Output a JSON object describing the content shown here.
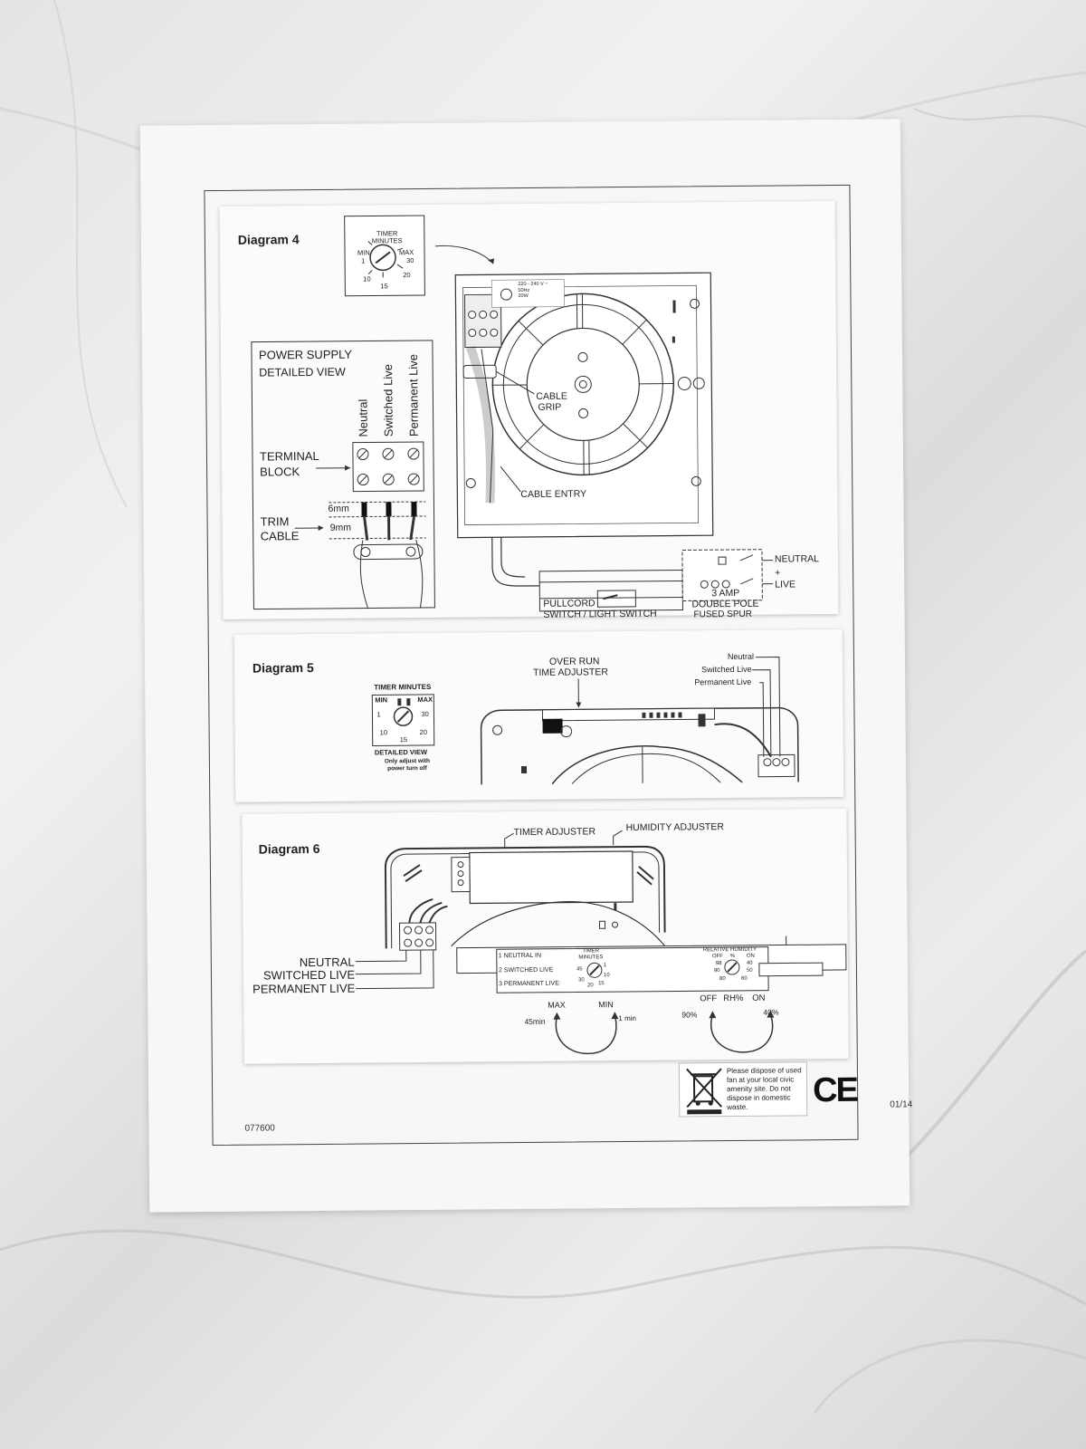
{
  "diagram4": {
    "title": "Diagram 4",
    "timer_minutes": "TIMER\nMINUTES",
    "timer_min": "MIN",
    "timer_max": "MAX",
    "timer_ticks": [
      "1",
      "10",
      "15",
      "20",
      "30"
    ],
    "power_supply": "POWER SUPPLY",
    "detailed_view": "DETAILED VIEW",
    "wires": [
      "Neutral",
      "Switched Live",
      "Permanent Live"
    ],
    "terminal_block": [
      "TERMINAL",
      "BLOCK"
    ],
    "trim_cable": [
      "TRIM",
      "CABLE"
    ],
    "trim_6": "6mm",
    "trim_9": "9mm",
    "rating": [
      "220 - 240 V ~",
      "50Hz",
      "20W"
    ],
    "cable_grip": [
      "CABLE",
      "GRIP"
    ],
    "cable_entry": "CABLE ENTRY",
    "neutral": "NEUTRAL",
    "live": "LIVE",
    "pullcord": [
      "PULLCORD",
      "SWITCH / LIGHT SWITCH"
    ],
    "fused_spur": [
      "3 AMP",
      "DOUBLE POLE",
      "FUSED SPUR"
    ]
  },
  "diagram5": {
    "title": "Diagram 5",
    "timer_minutes": "TIMER MINUTES",
    "timer_min": "MIN",
    "timer_max": "MAX",
    "timer_ticks": [
      "1",
      "10",
      "15",
      "20",
      "30"
    ],
    "detailed_view": "DETAILED VIEW",
    "note": "Only adjust with power turn off",
    "over_run": [
      "OVER RUN",
      "TIME ADJUSTER"
    ],
    "wires": [
      "Neutral",
      "Switched Live",
      "Permanent Live"
    ]
  },
  "diagram6": {
    "title": "Diagram 6",
    "timer_adjuster": "TIMER ADJUSTER",
    "humidity_adjuster": "HUMIDITY ADJUSTER",
    "wires": [
      "NEUTRAL",
      "SWITCHED LIVE",
      "PERMANENT LIVE"
    ],
    "terminals": [
      "1  NEUTRAL IN",
      "2  SWITCHED LIVE",
      "3  PERMANENT LIVE"
    ],
    "timer_minutes": "TIMER MINUTES",
    "timer_ticks": [
      "1",
      "10",
      "15",
      "20",
      "30",
      "45"
    ],
    "relative_humidity": "RELATIVE HUMIDITY",
    "rh_scale": [
      "OFF",
      "%",
      "ON",
      "98",
      "40",
      "90",
      "50",
      "80",
      "60"
    ],
    "max": "MAX",
    "min": "MIN",
    "t45": "45min",
    "t1": "1 min",
    "off": "OFF",
    "rh": "RH%",
    "on": "ON",
    "p90": "90%",
    "p40": "40%"
  },
  "footer": {
    "code": "077600",
    "dispose_text": "Please dispose of used fan at your local civic amenity site. Do not dispose in domestic waste.",
    "ce": "CE",
    "date": "01/14"
  }
}
